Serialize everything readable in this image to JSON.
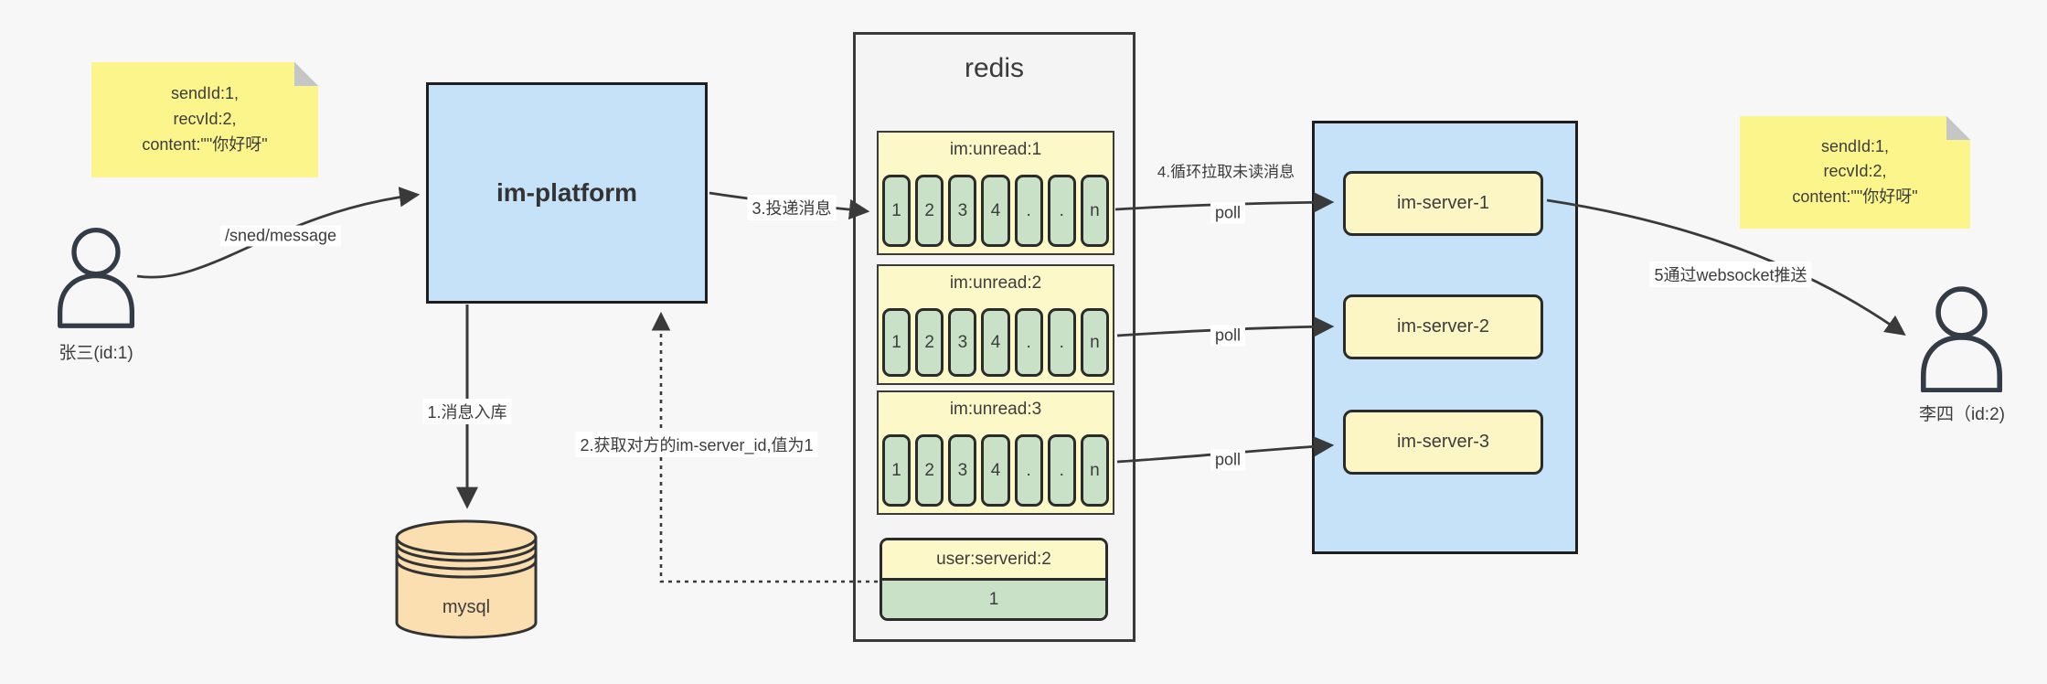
{
  "page": {
    "background": "#F7F7F7"
  },
  "colors": {
    "blue_box": "#C6E2F8",
    "note_yellow": "#FBF58C",
    "pale_yellow_header": "#FCF8C8",
    "server_yellow": "#FCF6C4",
    "green_cell": "#C9E2C7",
    "mysql_orange": "#FBDFB0",
    "line_dark": "#3A3A3A"
  },
  "notes": {
    "left": {
      "lines": [
        "sendId:1,",
        "recvId:2,",
        "content:\"\"你好呀\""
      ]
    },
    "right": {
      "lines": [
        "sendId:1,",
        "recvId:2,",
        "content:\"\"你好呀\""
      ]
    }
  },
  "actors": {
    "sender": {
      "label": "张三(id:1)"
    },
    "receiver": {
      "label": "李四（id:2)"
    }
  },
  "platform": {
    "label": "im-platform"
  },
  "database": {
    "label": "mysql"
  },
  "redis": {
    "title": "redis",
    "lists": [
      {
        "title": "im:unread:1",
        "cells": [
          "1",
          "2",
          "3",
          "4",
          ".",
          ".",
          "n"
        ]
      },
      {
        "title": "im:unread:2",
        "cells": [
          "1",
          "2",
          "3",
          "4",
          ".",
          ".",
          "n"
        ]
      },
      {
        "title": "im:unread:3",
        "cells": [
          "1",
          "2",
          "3",
          "4",
          ".",
          ".",
          "n"
        ]
      }
    ],
    "kv": {
      "title": "user:serverid:2",
      "value": "1"
    }
  },
  "servers": {
    "items": [
      "im-server-1",
      "im-server-2",
      "im-server-3"
    ]
  },
  "edges": {
    "send_message": "/sned/message",
    "store": "1.消息入库",
    "get_server_id": "2.获取对方的im-server_id,值为1",
    "deliver": "3.投递消息",
    "poll_loop": "4.循环拉取未读消息",
    "poll": "poll",
    "push": "5通过websocket推送"
  }
}
